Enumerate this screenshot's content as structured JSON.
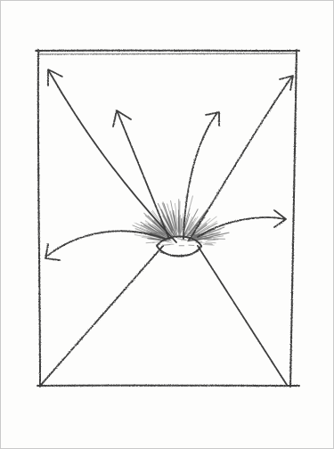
{
  "drawing": {
    "ink_color": "#3c3c3c",
    "shade_color": "#6e6e6e",
    "paper_color": "#fdfdfc",
    "arrow_count": 6,
    "icons": [
      "frame",
      "diagonal-line",
      "curved-arrow",
      "shaded-burst",
      "lens-ellipse"
    ]
  }
}
